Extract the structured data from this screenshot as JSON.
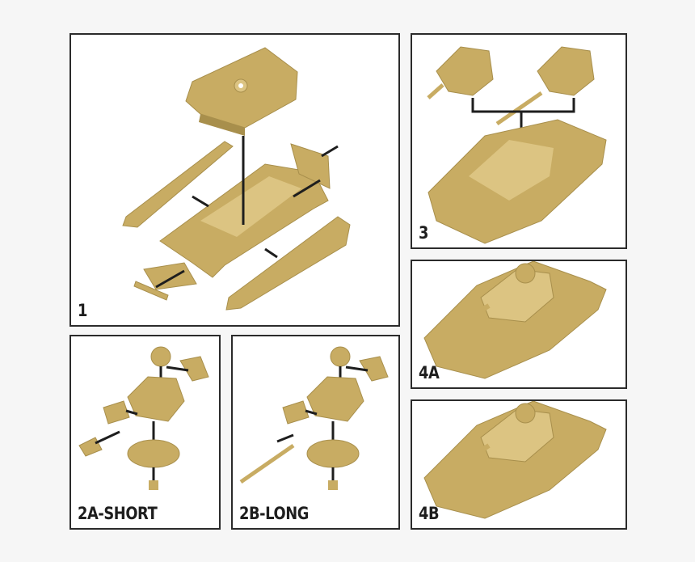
{
  "colors": {
    "background": "#f6f6f6",
    "panel_fill": "#ffffff",
    "panel_border": "#2b2b2b",
    "model_tan": "#c8ac63",
    "model_shadow": "#a88f4c",
    "model_highlight": "#dcc482",
    "assembly_line": "#1e1e1e",
    "label_text": "#1e1e1e"
  },
  "panels": [
    {
      "id": "step-1",
      "label": "1",
      "description": "Exploded hull assembly: upper hull, lower hull, left and right tracks, rear plate, front plate and tow bar"
    },
    {
      "id": "step-2a",
      "label": "2A-SHORT",
      "description": "Exploded turret assembly with short gun"
    },
    {
      "id": "step-2b",
      "label": "2B-LONG",
      "description": "Exploded turret assembly with long gun"
    },
    {
      "id": "step-3",
      "label": "3",
      "description": "Short and long gun turrets shown joining the assembled hull"
    },
    {
      "id": "step-4a",
      "label": "4A",
      "description": "Completed tank with short gun"
    },
    {
      "id": "step-4b",
      "label": "4B",
      "description": "Completed tank with long gun"
    }
  ]
}
